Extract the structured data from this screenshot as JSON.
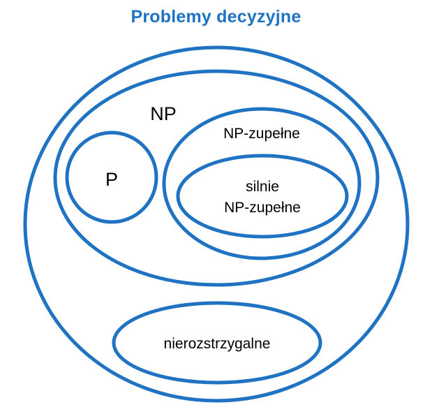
{
  "title": "Problemy decyzyjne",
  "accent_color": "#1f73c2",
  "sets": {
    "np": {
      "label": "NP"
    },
    "p": {
      "label": "P"
    },
    "np_complete": {
      "label": "NP-zupełne"
    },
    "strongly_np_complete": {
      "line1": "silnie",
      "line2": "NP-zupełne"
    },
    "undecidable": {
      "label": "nierozstrzygalne"
    }
  }
}
